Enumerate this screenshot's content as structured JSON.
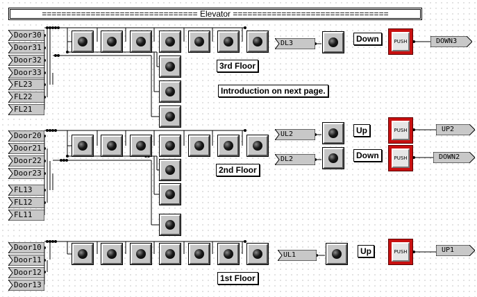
{
  "banner": "================================ Elevator ================================",
  "floors": {
    "f3": {
      "name": "3rd Floor",
      "inputs": [
        "Door30",
        "Door31",
        "Door32",
        "Door33",
        "FL23",
        "FL22",
        "FL21"
      ],
      "indicator": "DL3",
      "direction_label": "Down",
      "button_caption": "PUSH",
      "output": "DOWN3"
    },
    "f2": {
      "name": "2nd Floor",
      "inputs": [
        "Door20",
        "Door21",
        "Door22",
        "Door23",
        "FL13",
        "FL12",
        "FL11"
      ],
      "up_indicator": "UL2",
      "up_label": "Up",
      "up_button_caption": "PUSH",
      "up_output": "UP2",
      "down_indicator": "DL2",
      "down_label": "Down",
      "down_button_caption": "PUSH",
      "down_output": "DOWN2"
    },
    "f1": {
      "name": "1st Floor",
      "inputs": [
        "Door10",
        "Door11",
        "Door12",
        "Door13"
      ],
      "indicator": "UL1",
      "direction_label": "Up",
      "button_caption": "PUSH",
      "output": "UP1"
    }
  },
  "note": "Introduction on next page."
}
